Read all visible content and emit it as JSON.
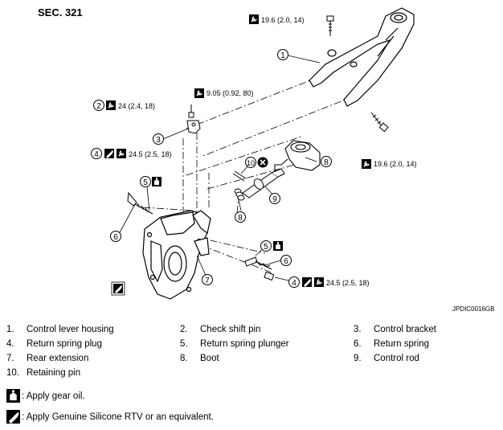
{
  "section_label": "SEC. 321",
  "figure_id": "JPDIC0016GB",
  "torques": {
    "t_top_bolt": "19.6 (2.0, 14)",
    "t_9_05": "9.05 (0.92, 80)",
    "t_24_18": "24 (2.4, 18)",
    "t_24_5_a": "24.5 (2.5, 18)",
    "t_right_bolt": "19.6 (2.0, 14)",
    "t_24_5_b": "24.5 (2.5, 18)"
  },
  "callouts": [
    "1",
    "2",
    "3",
    "4",
    "5",
    "6",
    "7",
    "8",
    "9",
    "10"
  ],
  "legend": [
    {
      "num": "1.",
      "name": "Control lever housing"
    },
    {
      "num": "2.",
      "name": "Check shift pin"
    },
    {
      "num": "3.",
      "name": "Control bracket"
    },
    {
      "num": "4.",
      "name": "Return spring plug"
    },
    {
      "num": "5.",
      "name": "Return spring plunger"
    },
    {
      "num": "6.",
      "name": "Return spring"
    },
    {
      "num": "7.",
      "name": "Rear extension"
    },
    {
      "num": "8.",
      "name": "Boot"
    },
    {
      "num": "9.",
      "name": "Control rod"
    },
    {
      "num": "10.",
      "name": "Retaining pin"
    }
  ],
  "notes": {
    "gear_oil": ": Apply gear oil.",
    "silicone": ": Apply Genuine Silicone RTV or an equivalent."
  },
  "icons": [
    "torque-wrench-icon",
    "gear-oil-icon",
    "silicone-sealant-icon",
    "do-not-reuse-icon"
  ]
}
